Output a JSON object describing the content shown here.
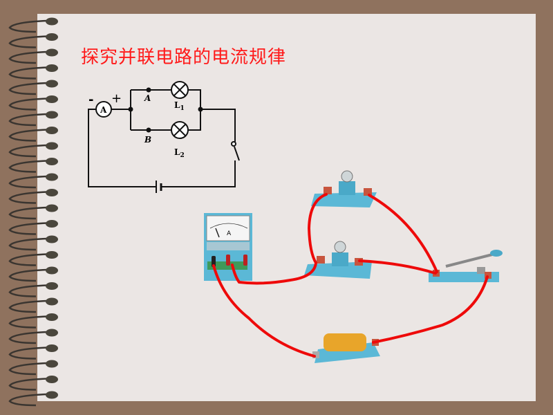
{
  "slide": {
    "title": "探究并联电路的电流规律"
  },
  "schematic": {
    "ammeter_symbol": "A",
    "minus_sign": "-",
    "plus_sign": "+",
    "point_a": "A",
    "point_b": "B",
    "lamp1": {
      "letter": "L",
      "subscript": "1"
    },
    "lamp2": {
      "letter": "L",
      "subscript": "2"
    }
  },
  "apparatus": {
    "ammeter_dial_label": "A"
  },
  "colors": {
    "frame": "#8f725e",
    "page": "#ebe6e4",
    "title": "#ff1a1a",
    "wire": "#ee0a0a",
    "apparatus_base": "#5bb8d6"
  }
}
